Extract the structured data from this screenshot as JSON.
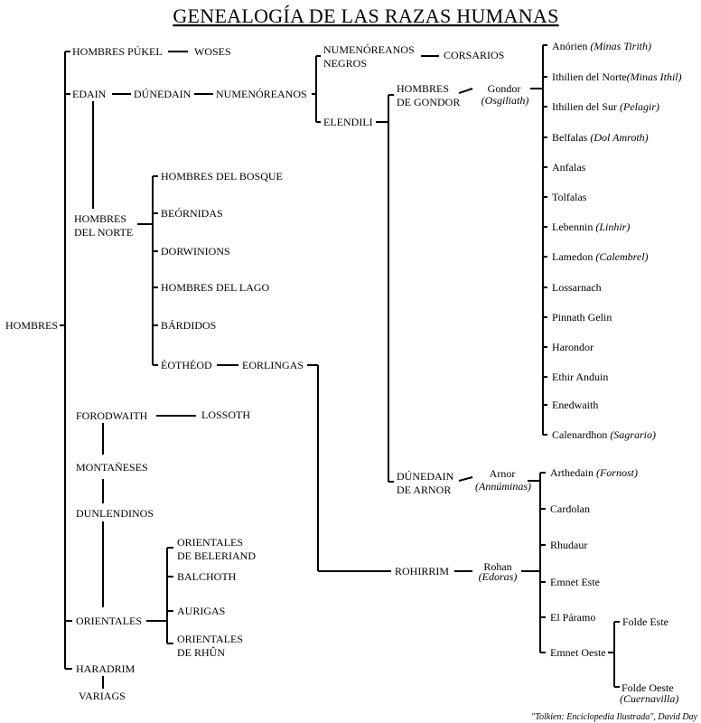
{
  "title": "GENEALOGÍA DE LAS RAZAS HUMANAS",
  "credit": "\"Tolkien: Enciclopedia Ilustrada\", David Day",
  "nodes": {
    "hombres": "HOMBRES",
    "hombres_pukel": "HOMBRES PÚKEL",
    "woses": "WOSES",
    "edain": "EDAIN",
    "dunedain": "DÚNEDAIN",
    "numenoreanos": "NUMENÓREANOS",
    "numenoreanos_negros_1": "NUMENÓREANOS",
    "numenoreanos_negros_2": "NEGROS",
    "corsarios": "CORSARIOS",
    "elendili": "ELENDILI",
    "hombres_gondor_1": "HOMBRES",
    "hombres_gondor_2": "DE GONDOR",
    "gondor": "Gondor",
    "osgiliath": "(Osgiliath)",
    "dunedain_arnor_1": "DÚNEDAIN",
    "dunedain_arnor_2": "DE ARNOR",
    "arnor": "Arnor",
    "annuminas": "(Annúminas)",
    "rohirrim": "ROHIRRIM",
    "rohan": "Rohan",
    "edoras": "(Edoras)",
    "hombres_norte_1": "HOMBRES",
    "hombres_norte_2": "DEL NORTE",
    "hombres_bosque": "HOMBRES DEL BOSQUE",
    "beornidas": "BEÓRNIDAS",
    "dorwinions": "DORWINIONS",
    "hombres_lago": "HOMBRES DEL LAGO",
    "bardidos": "BÁRDIDOS",
    "eotheod": "ÉOTHÉOD",
    "eorlingas": "EORLINGAS",
    "forodwaith": "FORODWAITH",
    "lossoth": "LOSSOTH",
    "montaneses": "MONTAÑESES",
    "dunlendinos": "DUNLENDINOS",
    "orientales": "ORIENTALES",
    "orientales_beleriand_1": "ORIENTALES",
    "orientales_beleriand_2": "DE BELERIAND",
    "balchoth": "BALCHOTH",
    "aurigas": "AURIGAS",
    "orientales_rhun_1": "ORIENTALES",
    "orientales_rhun_2": "DE RHÛN",
    "haradrim": "HARADRIM",
    "variags": "VARIAGS"
  },
  "gondor_regions": [
    {
      "name": "Anórien",
      "seat": "(Minas Tirith)"
    },
    {
      "name": "Ithilien del Norte",
      "seat": "(Minas Ithil)"
    },
    {
      "name": "Ithilien del Sur",
      "seat": "(Pelagir)"
    },
    {
      "name": "Belfalas",
      "seat": "(Dol Amroth)"
    },
    {
      "name": "Anfalas",
      "seat": ""
    },
    {
      "name": "Tolfalas",
      "seat": ""
    },
    {
      "name": "Lebennin",
      "seat": "(Linhir)"
    },
    {
      "name": "Lamedon",
      "seat": "(Calembrel)"
    },
    {
      "name": "Lossarnach",
      "seat": ""
    },
    {
      "name": "Pinnath Gelin",
      "seat": ""
    },
    {
      "name": "Harondor",
      "seat": ""
    },
    {
      "name": "Ethir Anduin",
      "seat": ""
    },
    {
      "name": "Enedwaith",
      "seat": ""
    },
    {
      "name": "Calenardhon",
      "seat": "(Sagrario)"
    }
  ],
  "arnor_regions": [
    {
      "name": "Arthedain",
      "seat": "(Fornost)"
    },
    {
      "name": "Cardolan",
      "seat": ""
    },
    {
      "name": "Rhudaur",
      "seat": ""
    }
  ],
  "rohan_regions": [
    {
      "name": "Emnet Este",
      "seat": ""
    },
    {
      "name": "El Páramo",
      "seat": ""
    },
    {
      "name": "Emnet Oeste",
      "seat": ""
    }
  ],
  "emnet_oeste_regions": [
    {
      "name": "Folde Este",
      "seat": ""
    },
    {
      "name": "Folde Oeste",
      "seat": "(Cuernavilla)"
    }
  ]
}
